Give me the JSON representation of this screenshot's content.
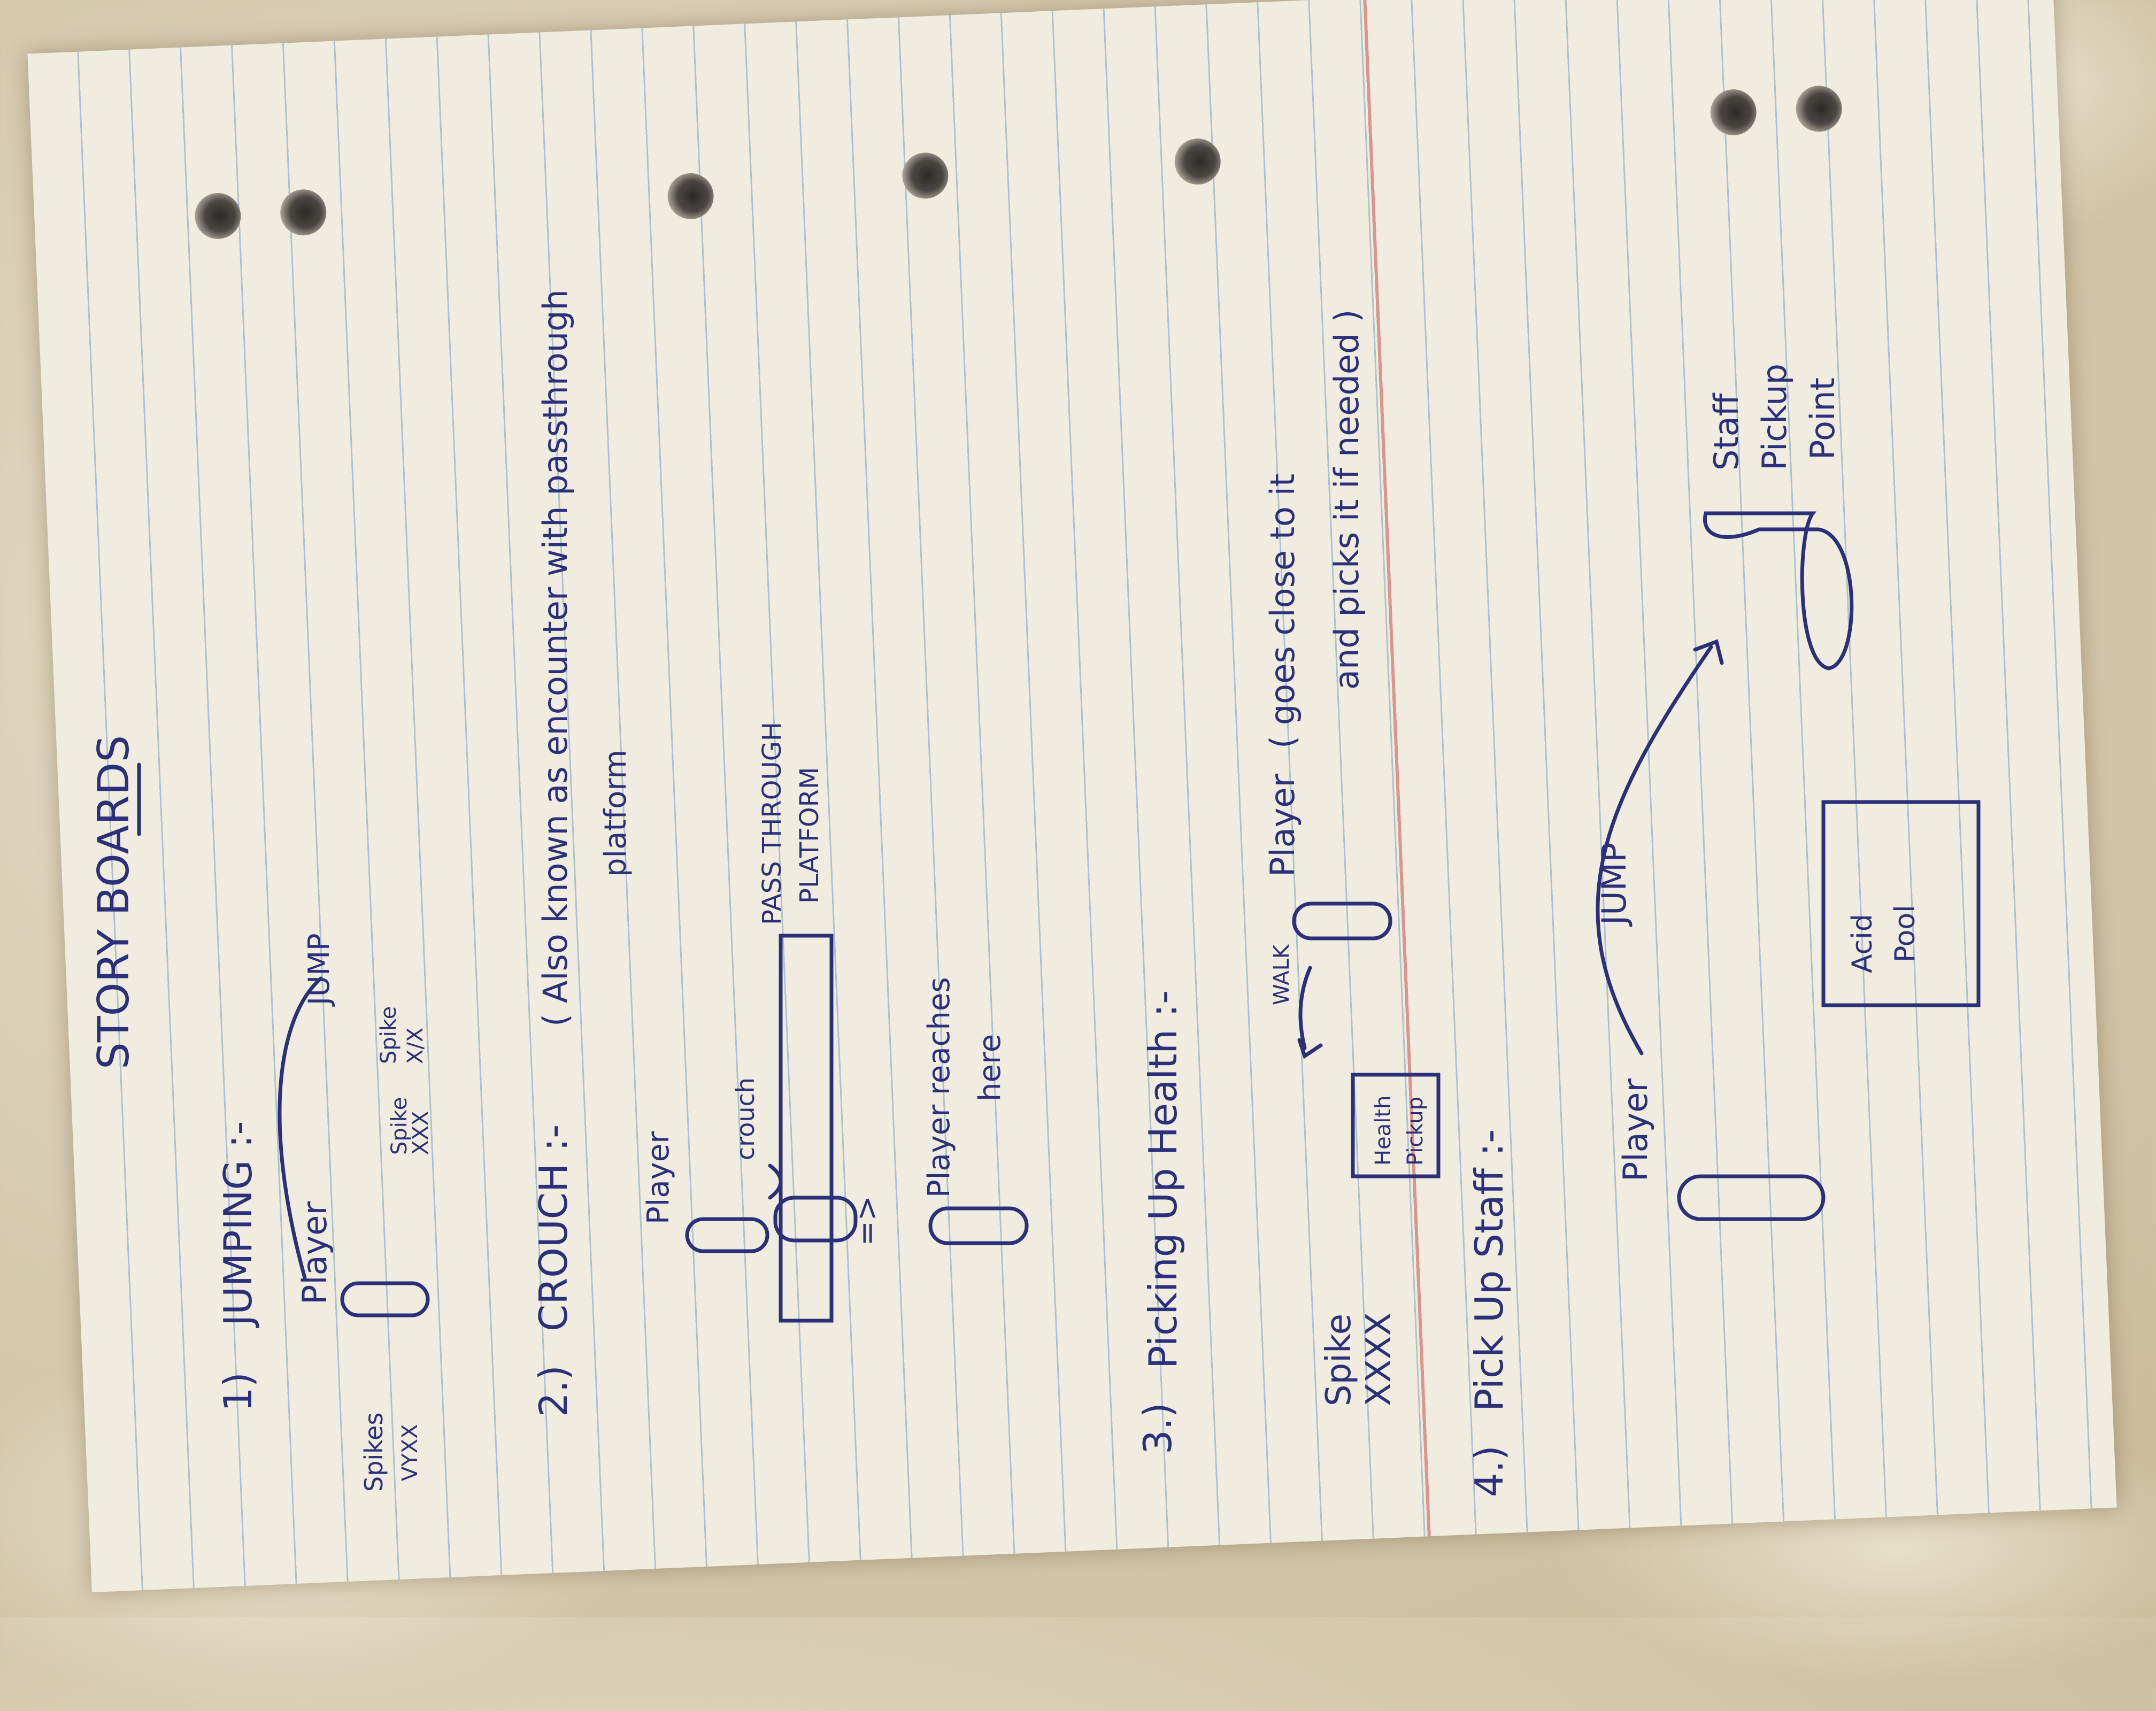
{
  "page": {
    "heading": "STORY BOARDS",
    "ink_color": "#2c2f7a"
  },
  "sections": [
    {
      "number": "1)",
      "title": "JUMPING :-",
      "labels": {
        "player": "Player",
        "jump": "JUMP",
        "spikes": "Spikes",
        "spikes_marks": "VYXX",
        "spike_a": "Spike",
        "spike_a_marks": "XXX",
        "spike_b": "Spike",
        "spike_b_marks": "X/X"
      }
    },
    {
      "number": "2.)",
      "title": "CROUCH :-",
      "note_line1": "( Also known as encounter with passthrough",
      "note_line2": "platform",
      "labels": {
        "player": "Player",
        "crouch": "crouch",
        "platform_line1": "PASS THROUGH",
        "platform_line2": "PLATFORM",
        "reaches_line1": "Player reaches",
        "reaches_line2": "here",
        "arrow": "=>"
      }
    },
    {
      "number": "3.)",
      "title": "Picking Up Health :-",
      "labels": {
        "spike": "Spike",
        "spike_marks": "XXXX",
        "health_line1": "Health",
        "health_line2": "Pickup",
        "walk": "WALK",
        "player": "Player",
        "note_line1": "( goes close to it",
        "note_line2": "and picks it if needed )"
      }
    },
    {
      "number": "4.)",
      "title": "Pick Up Staff :-",
      "labels": {
        "player": "Player",
        "jump": "JUMP",
        "acid_line1": "Acid",
        "acid_line2": "Pool",
        "staff_line1": "Staff",
        "staff_line2": "Pickup",
        "staff_line3": "Point"
      }
    }
  ]
}
